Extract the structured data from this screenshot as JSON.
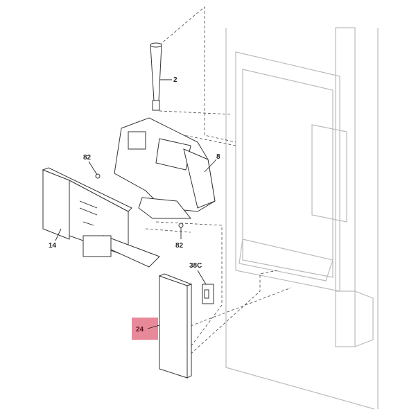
{
  "diagram": {
    "callouts": [
      {
        "id": "2",
        "label": "2"
      },
      {
        "id": "82a",
        "label": "82"
      },
      {
        "id": "8",
        "label": "8"
      },
      {
        "id": "14",
        "label": "14"
      },
      {
        "id": "82b",
        "label": "82"
      },
      {
        "id": "38C",
        "label": "38C"
      },
      {
        "id": "24",
        "label": "24",
        "highlighted": true
      }
    ],
    "highlight_color": "#e8899a"
  }
}
